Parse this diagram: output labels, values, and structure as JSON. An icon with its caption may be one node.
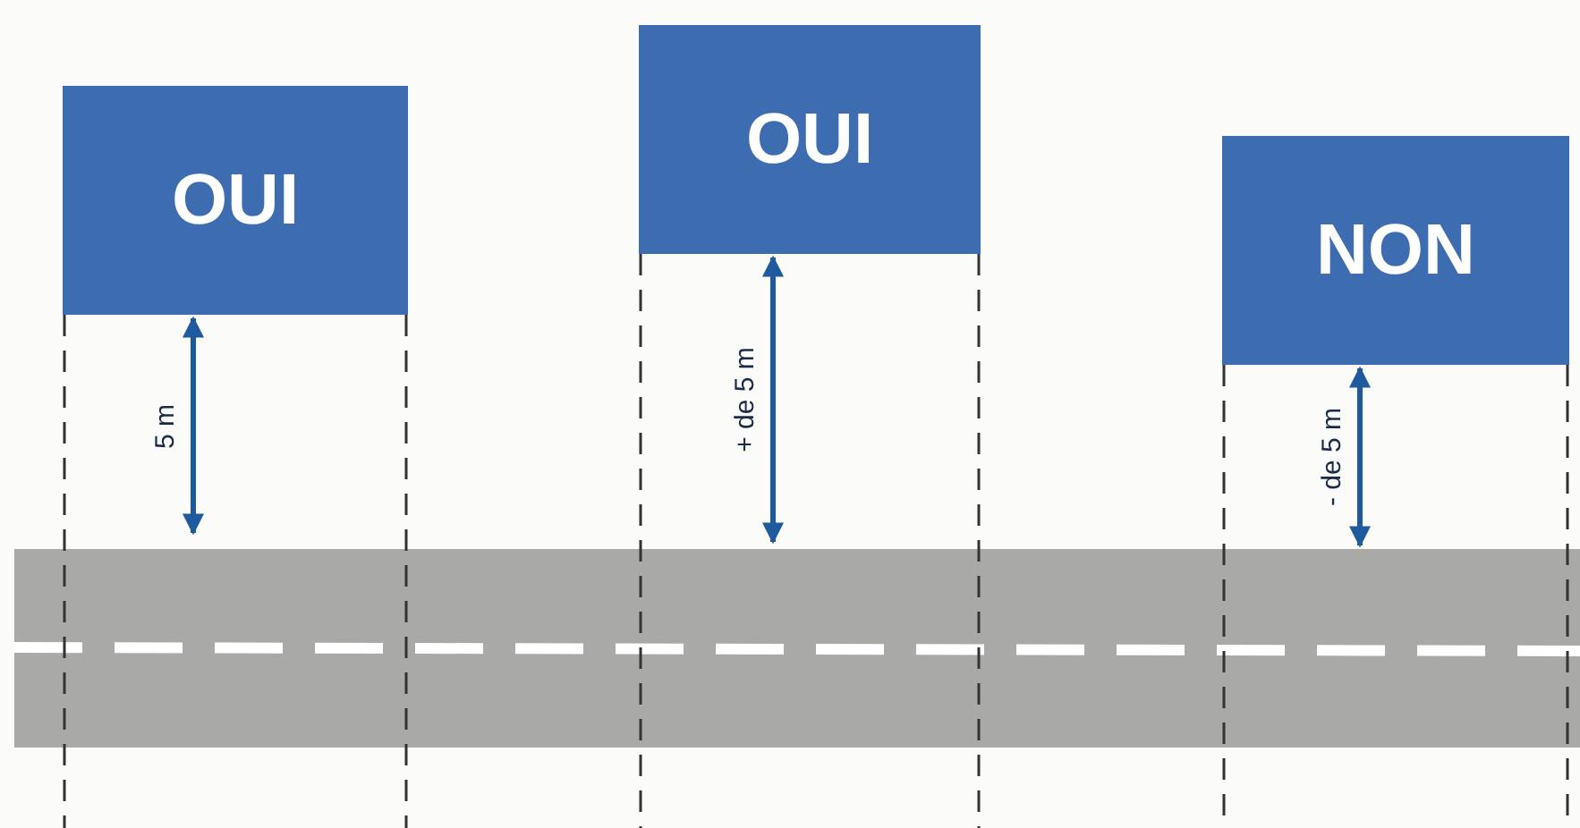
{
  "diagram": {
    "nodes": [
      {
        "text": [
          "OUI"
        ]
      },
      {
        "text": [
          "OUI"
        ]
      },
      {
        "text": [
          "NON"
        ]
      }
    ],
    "labels": [
      "5 m",
      "+ de 5 m",
      "- de 5 m"
    ]
  }
}
